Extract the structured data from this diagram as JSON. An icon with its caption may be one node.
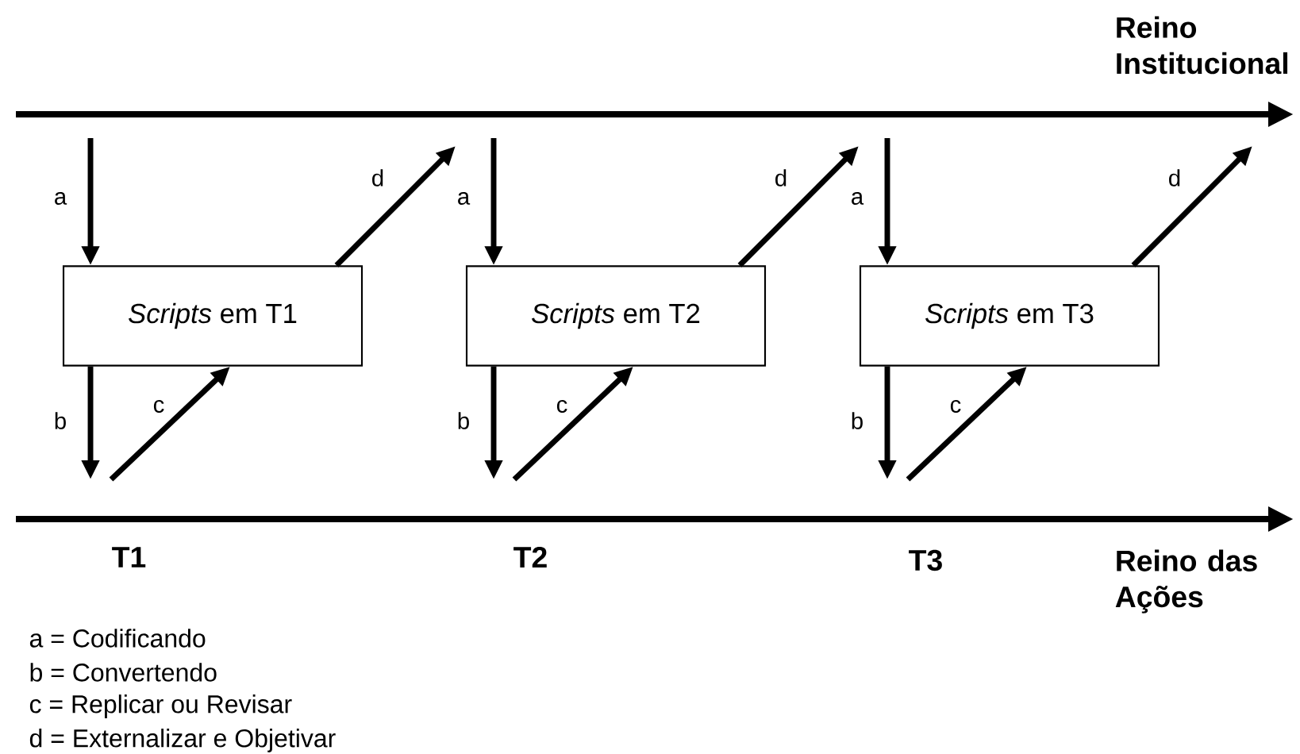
{
  "diagram": {
    "nodes": [
      {
        "text": [
          "*Scripts* em T1"
        ]
      },
      {
        "text": [
          "*Scripts* em T2"
        ]
      },
      {
        "text": [
          "*Scripts* em T3"
        ]
      }
    ],
    "edges": [
      {
        "from": null,
        "to": 0,
        "arrow": "to",
        "label": "a"
      },
      {
        "from": 0,
        "to": null,
        "arrow": "to",
        "label": "d"
      },
      {
        "from": 0,
        "to": null,
        "arrow": "to",
        "label": "b"
      },
      {
        "from": null,
        "to": 0,
        "arrow": "to",
        "label": "c"
      },
      {
        "from": null,
        "to": 1,
        "arrow": "to",
        "label": "a"
      },
      {
        "from": 1,
        "to": null,
        "arrow": "to",
        "label": "d"
      },
      {
        "from": 1,
        "to": null,
        "arrow": "to",
        "label": "b"
      },
      {
        "from": null,
        "to": 1,
        "arrow": "to",
        "label": "c"
      },
      {
        "from": null,
        "to": 2,
        "arrow": "to",
        "label": "a"
      },
      {
        "from": 2,
        "to": null,
        "arrow": "to",
        "label": "d"
      },
      {
        "from": 2,
        "to": null,
        "arrow": "to",
        "label": "b"
      },
      {
        "from": null,
        "to": 2,
        "arrow": "to",
        "label": "c"
      }
    ],
    "labels": [
      "Reino Institucional",
      "T1",
      "T2",
      "T3",
      "Reino das Ações",
      "a = Codificando",
      "b = Convertendo",
      "c = Replicar ou Revisar",
      "d = Externalizar e Objetivar"
    ]
  }
}
